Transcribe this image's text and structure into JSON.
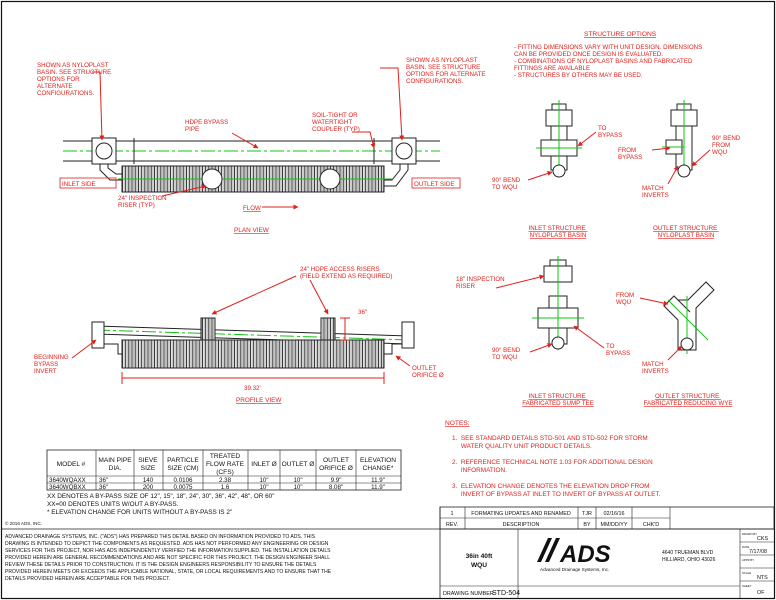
{
  "plan_view": {
    "title": "PLAN VIEW",
    "label_nyloplast_left": [
      "SHOWN AS NYLOPLAST",
      "BASIN. SEE STRUCTURE",
      "OPTIONS FOR",
      "ALTERNATE",
      "CONFIGURATIONS."
    ],
    "label_nyloplast_right": [
      "SHOWN AS NYLOPLAST",
      "BASIN. SEE STRUCTURE",
      "OPTIONS FOR ALTERNATE",
      "CONFIGURATIONS."
    ],
    "label_bypass_pipe": [
      "HDPE BYPASS",
      "PIPE"
    ],
    "label_coupler": [
      "SOIL-TIGHT OR",
      "WATERTIGHT",
      "COUPLER (TYP)"
    ],
    "label_inlet_side": "INLET SIDE",
    "label_outlet_side": "OUTLET SIDE",
    "label_riser": [
      "24\" INSPECTION",
      "RISER (TYP)"
    ],
    "label_flow": "FLOW"
  },
  "profile_view": {
    "title": "PROFILE VIEW",
    "label_access_risers": [
      "24\" HDPE ACCESS RISERS",
      "(FIELD EXTEND AS REQUIRED)"
    ],
    "dim_36": "36\"",
    "dim_length": "39.32'",
    "label_bypass_invert": [
      "BEGINNING",
      "BYPASS",
      "INVERT"
    ],
    "label_outlet_orifice": [
      "OUTLET",
      "ORIFICE Ø"
    ]
  },
  "structure_options": {
    "title": "STRUCTURE OPTIONS",
    "notes": [
      "- FITTING DIMENSIONS VARY  WITH UNIT DESIGN. DIMENSIONS",
      "  CAN BE PROVIDED ONCE DESIGN IS EVALUATED.",
      "- COMBINATIONS OF NYLOPLAST BASINS AND FABRICATED",
      "  FITTINGS ARE AVAILABLE",
      "- STRUCTURES BY OTHERS MAY BE USED."
    ],
    "inlet_basin": {
      "to_bypass": [
        "TO",
        "BYPASS"
      ],
      "bend": [
        "90° BEND",
        "TO WQU"
      ],
      "caption": [
        "INLET STRUCTURE",
        "NYLOPLAST BASIN"
      ]
    },
    "outlet_basin": {
      "from_bypass": [
        "FROM",
        "BYPASS"
      ],
      "bend": [
        "90° BEND",
        "FROM",
        "WQU"
      ],
      "match": [
        "MATCH",
        "INVERTS"
      ],
      "caption": [
        "OUTLET STRUCTURE",
        "NYLOPLAST BASIN"
      ]
    },
    "inlet_tee": {
      "riser": [
        "18\" INSPECTION",
        "RISER"
      ],
      "bend": [
        "90° BEND",
        "TO WQU"
      ],
      "to_bypass": [
        "TO",
        "BYPASS"
      ],
      "caption": [
        "INLET STRUCTURE",
        "FABRICATED SUMP TEE"
      ]
    },
    "outlet_wye": {
      "from_wqu": [
        "FROM",
        "WQU"
      ],
      "match": [
        "MATCH",
        "INVERTS"
      ],
      "caption": [
        "OUTLET STRUCTURE",
        "FABRICATED REDUCING WYE"
      ]
    }
  },
  "notes": {
    "title": "NOTES:",
    "items": [
      [
        "1.  SEE STANDARD DETAILS STD-501 AND STD-502 FOR STORM",
        "     WATER QUALITY UNIT PRODUCT DETAILS."
      ],
      [
        "2.  REFERENCE TECHNICAL NOTE 1.03 FOR ADDITIONAL DESIGN",
        "     INFORMATION."
      ],
      [
        "3.  ELEVATION CHANGE DENOTES THE ELEVATION DROP FROM",
        "     INVERT OF BYPASS AT INLET TO INVERT OF BYPASS AT OUTLET."
      ]
    ]
  },
  "table": {
    "headers": [
      [
        "MODEL #"
      ],
      [
        "MAIN PIPE",
        "DIA."
      ],
      [
        "SIEVE",
        "SIZE"
      ],
      [
        "PARTICLE",
        "SIZE (CM)"
      ],
      [
        "TREATED",
        "FLOW RATE",
        "(CFS)"
      ],
      [
        "INLET Ø"
      ],
      [
        "OUTLET Ø"
      ],
      [
        "OUTLET",
        "ORIFICE Ø"
      ],
      [
        "ELEVATION",
        "CHANGE*"
      ]
    ],
    "rows": [
      [
        "3640WQAXX",
        "36\"",
        "140",
        "0.0106",
        "2.38",
        "10\"",
        "10\"",
        "9.9\"",
        "11.9\""
      ],
      [
        "3640WQBXX",
        "36\"",
        "200",
        "0.0075",
        "1.6",
        "10\"",
        "10\"",
        "8.08\"",
        "11.9\""
      ]
    ],
    "footnotes": [
      "XX DENOTES A BY-PASS SIZE OF 12\", 15\", 18\", 24\", 30\", 36\", 42\", 48\", OR 60\"",
      "XX=00 DENOTES UNITS W/OUT A BY-PASS.",
      "* ELEVATION CHANGE FOR UNITS WITHOUT A BY-PASS IS 2\""
    ]
  },
  "copyright": "© 2016 ADS, INC.",
  "disclaimer": [
    "ADVANCED DRAINAGE SYSTEMS, INC. (\"ADS\") HAS PREPARED THIS DETAIL BASED ON INFORMATION PROVIDED TO ADS.  THIS",
    "DRAWING IS INTENDED TO DEPICT THE COMPONENTS AS REQUESTED.  ADS HAS NOT PERFORMED ANY ENGINEERING OR DESIGN",
    "SERVICES FOR THIS PROJECT, NOR HAS ADS INDEPENDENTLY VERIFIED THE INFORMATION SUPPLIED.  THE INSTALLATION DETAILS",
    "PROVIDED HEREIN ARE GENERAL RECOMMENDATIONS AND ARE NOT SPECIFIC FOR THIS PROJECT.  THE DESIGN ENGINEER SHALL",
    "REVIEW THESE DETAILS PRIOR TO CONSTRUCTION.  IT IS THE DESIGN ENGINEERS RESPONSIBILITY TO ENSURE THE DETAILS",
    "PROVIDED HEREIN MEETS OR EXCEEDS THE APPLICABLE NATIONAL, STATE, OR LOCAL REQUIREMENTS AND TO ENSURE THAT THE",
    "DETAILS PROVIDED HEREIN ARE ACCEPTABLE FOR THIS PROJECT."
  ],
  "revision": {
    "row": [
      "1",
      "FORMATING UPDATES AND RENAMED",
      "TJR",
      "02/16/16"
    ],
    "headers": [
      "REV.",
      "DESCRIPTION",
      "BY",
      "MM/DD/YY",
      "CHK'D"
    ]
  },
  "title_block": {
    "title_line1": "36in 40ft",
    "title_line2": "WQU",
    "drawing_number_label": "DRAWING NUMBER:",
    "drawing_number": "STD-504",
    "logo": "ADS",
    "company": "Advanced Drainage Systems, Inc.",
    "address": [
      "4640 TRUEMAN BLVD",
      "HILLIARD, OHIO 43026"
    ],
    "side_fields": [
      {
        "label": "DRAWN BY",
        "value": "CKS"
      },
      {
        "label": "DATE",
        "value": "7/17/08"
      },
      {
        "label": "APPR BY",
        "value": ""
      },
      {
        "label": "SCALE",
        "value": "NTS"
      },
      {
        "label": "SHEET",
        "value": "OF"
      }
    ]
  },
  "colors": {
    "annotation": "#e0201b",
    "center_line": "#12c412",
    "ink": "#111111"
  }
}
